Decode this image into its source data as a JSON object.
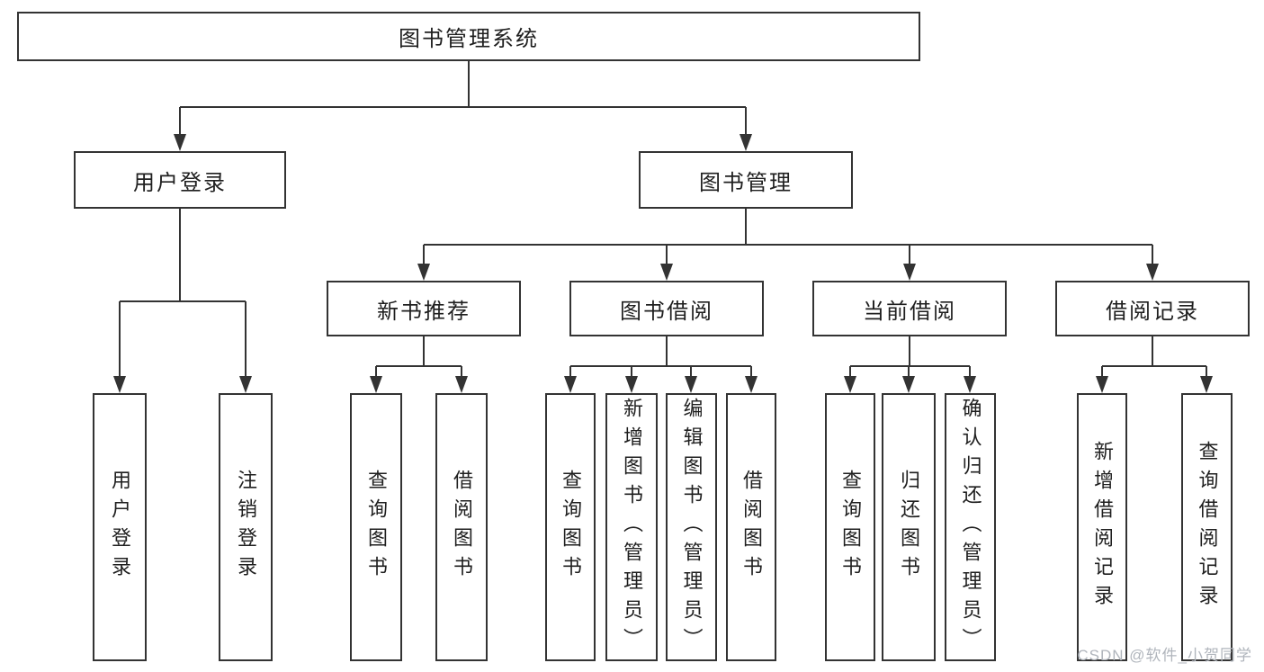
{
  "diagram": {
    "tree": {
      "label": "图书管理系统",
      "children": [
        {
          "label": "用户登录",
          "children": [
            {
              "label": "用户登录"
            },
            {
              "label": "注销登录"
            }
          ]
        },
        {
          "label": "图书管理",
          "children": [
            {
              "label": "新书推荐",
              "children": [
                {
                  "label": "查询图书"
                },
                {
                  "label": "借阅图书"
                }
              ]
            },
            {
              "label": "图书借阅",
              "children": [
                {
                  "label": "查询图书"
                },
                {
                  "label": "新增图书（管理员）"
                },
                {
                  "label": "编辑图书（管理员）"
                },
                {
                  "label": "借阅图书"
                }
              ]
            },
            {
              "label": "当前借阅",
              "children": [
                {
                  "label": "查询图书"
                },
                {
                  "label": "归还图书"
                },
                {
                  "label": "确认归还（管理员）"
                }
              ]
            },
            {
              "label": "借阅记录",
              "children": [
                {
                  "label": "新增借阅记录"
                },
                {
                  "label": "查询借阅记录"
                }
              ]
            }
          ]
        }
      ]
    },
    "watermark": "CSDN @软件_小贺同学",
    "colors": {
      "line": "#333333",
      "box_border": "#333333",
      "text": "#1f1f1f",
      "background": "#ffffff",
      "watermark": "#b0b5bc"
    }
  }
}
